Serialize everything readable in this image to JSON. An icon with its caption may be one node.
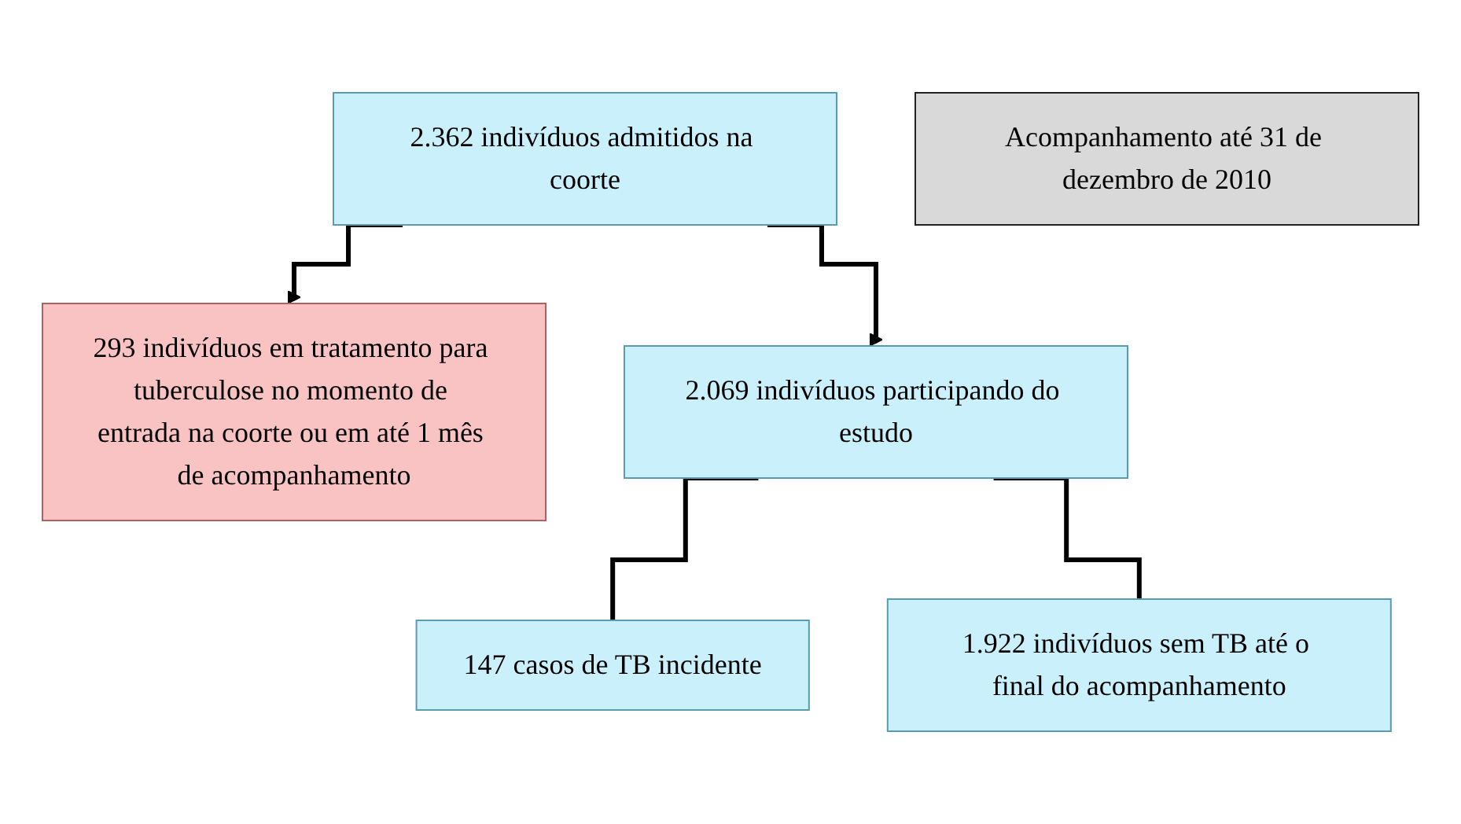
{
  "diagram": {
    "nodes": [
      {
        "text": [
          "2.362 indivíduos admitidos na coorte"
        ]
      },
      {
        "text": [
          "293 indivíduos em tratamento para tuberculose no momento de entrada na coorte ou em até 1 mês de acompanhamento"
        ]
      },
      {
        "text": [
          "2.069 indivíduos participando do estudo"
        ]
      },
      {
        "text": [
          "Acompanhamento até 31 de dezembro de 2010"
        ]
      },
      {
        "text": [
          "147 casos de TB incidente"
        ]
      },
      {
        "text": [
          "1.922 indivíduos sem TB até o final do acompanhamento"
        ]
      }
    ],
    "edges": [
      {
        "from": 0,
        "to": 2,
        "arrow": "to"
      },
      {
        "from": 0,
        "to": 1,
        "arrow": "to"
      },
      {
        "from": 2,
        "to": 4,
        "arrow": "none"
      },
      {
        "from": 2,
        "to": 5,
        "arrow": "none"
      }
    ]
  }
}
